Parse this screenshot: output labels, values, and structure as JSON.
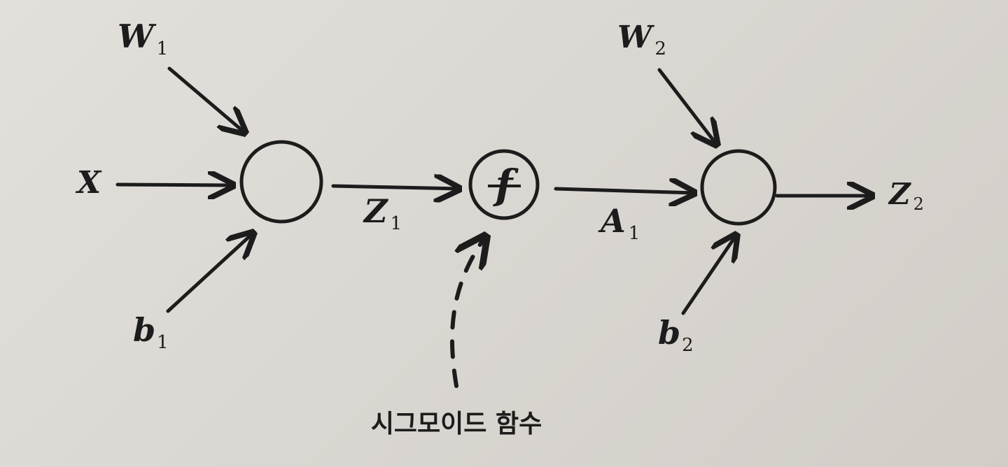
{
  "nodes": {
    "input": {
      "letter": "X"
    },
    "weight1": {
      "letter": "W",
      "subscript": "1"
    },
    "bias1": {
      "letter": "b",
      "subscript": "1"
    },
    "z1": {
      "letter": "Z",
      "subscript": "1"
    },
    "sigmoid_symbol": "f",
    "a1": {
      "letter": "A",
      "subscript": "1"
    },
    "weight2": {
      "letter": "W",
      "subscript": "2"
    },
    "bias2": {
      "letter": "b",
      "subscript": "2"
    },
    "z2": {
      "letter": "Z",
      "subscript": "2"
    }
  },
  "annotation": {
    "sigmoid_caption": "시그모이드 함수"
  },
  "colors": {
    "ink": "#1c1c1c",
    "paper": "#dcd8d3"
  }
}
